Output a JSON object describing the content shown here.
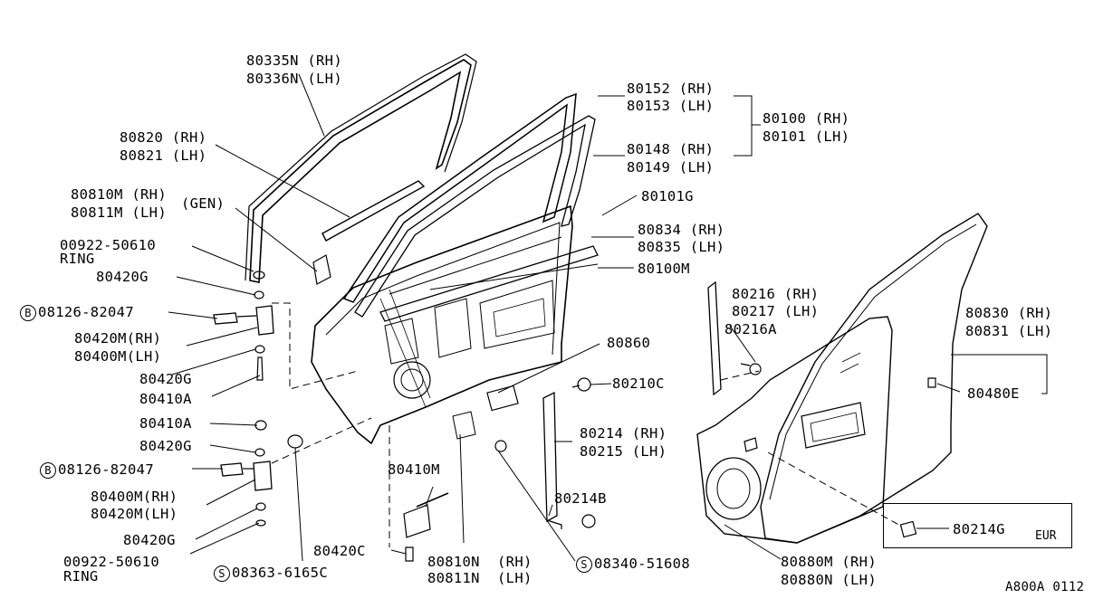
{
  "labels": {
    "p80335n": "80335N (RH)",
    "p80336n": "80336N (LH)",
    "p80152": "80152 (RH)",
    "p80153": "80153 (LH)",
    "p80100": "80100 (RH)",
    "p80101": "80101 (LH)",
    "p80148": "80148 (RH)",
    "p80149": "80149 (LH)",
    "p80820": "80820 (RH)",
    "p80821": "80821 (LH)",
    "p80810m": "80810M (RH)",
    "p80811m": "80811M (LH)",
    "gen": "(GEN)",
    "p80101g": "80101G",
    "p80834": "80834 (RH)",
    "p80835": "80835 (LH)",
    "p80100m": "80100M",
    "p00922a": "00922-50610",
    "ringa": "RING",
    "p80420g_a": "80420G",
    "b08126a_sym": "B",
    "b08126a": "08126-82047",
    "p80420m_rh": "80420M(RH)",
    "p80400m_lh": "80400M(LH)",
    "p80420g_b": "80420G",
    "p80410a_a": "80410A",
    "p80860": "80860",
    "p80216": "80216 (RH)",
    "p80217": "80217 (LH)",
    "p80216a": "80216A",
    "p80830": "80830 (RH)",
    "p80831": "80831 (LH)",
    "p80480e": "80480E",
    "p80210c": "80210C",
    "p80410a_b": "80410A",
    "p80420g_c": "80420G",
    "b08126b_sym": "B",
    "b08126b": "08126-82047",
    "p80214": "80214 (RH)",
    "p80215": "80215 (LH)",
    "p80410m": "80410M",
    "p80400m_rh": "80400M(RH)",
    "p80420m_lh": "80420M(LH)",
    "p80214b": "80214B",
    "p80420g_d": "80420G",
    "p80214g": "80214G",
    "eur": "EUR",
    "p00922b": "00922-50610",
    "ringb": "RING",
    "p80420c": "80420C",
    "p80810n": "80810N  (RH)",
    "p80811n": "80811N  (LH)",
    "s08340_sym": "S",
    "s08340": "08340-51608",
    "s08363_sym": "S",
    "s08363": "08363-6165C",
    "p80880m": "80880M (RH)",
    "p80880n": "80880N (LH)",
    "code": "A800A 0112"
  }
}
